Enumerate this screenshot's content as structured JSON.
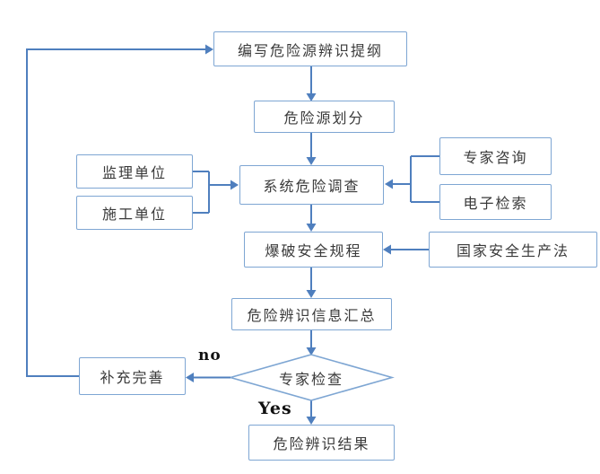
{
  "diagram_type": "flowchart",
  "colors": {
    "box_border": "#7ea6d3",
    "line": "#4f7fbe",
    "text": "#3a3a3a",
    "label_text": "#111111",
    "background": "#ffffff"
  },
  "nodes": {
    "outline": {
      "label": "编写危险源辨识提纲"
    },
    "division": {
      "label": "危险源划分"
    },
    "investigation": {
      "label": "系统危险调查"
    },
    "supervision": {
      "label": "监理单位"
    },
    "construction": {
      "label": "施工单位"
    },
    "expert_consult": {
      "label": "专家咨询"
    },
    "electronic_search": {
      "label": "电子检索"
    },
    "blasting_rules": {
      "label": "爆破安全规程"
    },
    "national_law": {
      "label": "国家安全生产法"
    },
    "summary": {
      "label": "危险辨识信息汇总"
    },
    "expert_check": {
      "label": "专家检查"
    },
    "supplement": {
      "label": "补充完善"
    },
    "result": {
      "label": "危险辨识结果"
    }
  },
  "edge_labels": {
    "no": "no",
    "yes": "Yes"
  }
}
